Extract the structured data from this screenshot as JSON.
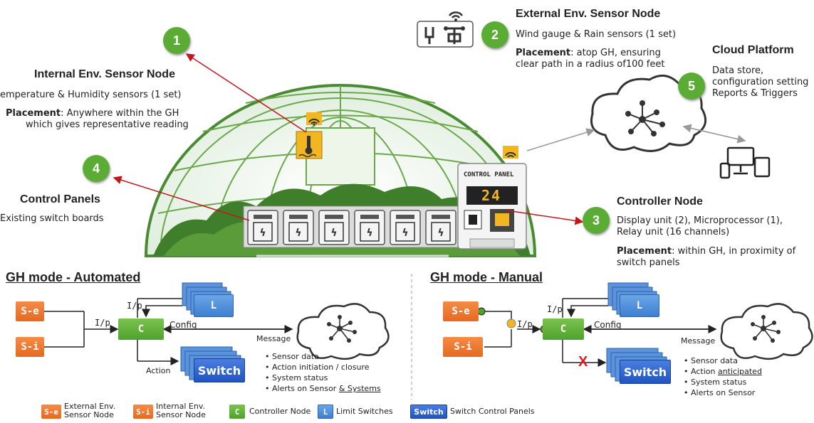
{
  "nodes": {
    "external": {
      "number": "2",
      "title": "External Env. Sensor Node",
      "line1": "Wind gauge & Rain sensors (1 set)",
      "placement_label": "Placement",
      "placement_text": ": atop GH, ensuring",
      "placement_text2": "clear path in a radius of100 feet"
    },
    "internal": {
      "number": "1",
      "title": "Internal Env. Sensor Node",
      "line1": "emperature & Humidity sensors (1 set)",
      "placement_label": "Placement",
      "placement_text": ":  Anywhere within the GH",
      "placement_text2": "which gives representative reading"
    },
    "cloud": {
      "number": "5",
      "title": "Cloud Platform",
      "line1": "Data store,",
      "line2": "configuration setting",
      "line3": "Reports & Triggers"
    },
    "control_panels": {
      "number": "4",
      "title": "Control Panels",
      "line1": "Existing switch boards"
    },
    "controller": {
      "number": "3",
      "title": "Controller Node",
      "line1": "Display unit (2), Microprocessor (1),",
      "line2": "Relay unit (16 channels)",
      "placement_label": "Placement",
      "placement_text": ": within GH, in proximity of",
      "placement_text2": "switch panels"
    }
  },
  "control_panel_device": {
    "title": "CONTROL PANEL",
    "display": "24"
  },
  "modes": {
    "automated": {
      "title": "GH mode - Automated",
      "se": "S-e",
      "si": "S-i",
      "c": "C",
      "l": "L",
      "switch": "Switch",
      "ip1": "I/p",
      "ip2": "I/p",
      "config": "Config",
      "message": "Message",
      "action": "Action",
      "bullets": [
        "Sensor data",
        "Action initiation / closure",
        "System status",
        "Alerts on Sensor "
      ],
      "bullet4_underlined": "& Systems"
    },
    "manual": {
      "title": "GH mode - Manual",
      "se": "S-e",
      "si": "S-i",
      "c": "C",
      "l": "L",
      "switch": "Switch",
      "ip1": "I/p",
      "ip2": "I/p",
      "config": "Config",
      "message": "Message",
      "x_mark": "X",
      "bullet1": "Sensor data",
      "bullet2_prefix": "Action ",
      "bullet2_underlined": "anticipated",
      "bullet3": "System status",
      "bullet4": "Alerts on Sensor"
    }
  },
  "legend": [
    {
      "tag": "S-e",
      "text1": "External Env.",
      "text2": "Sensor Node"
    },
    {
      "tag": "S-i",
      "text1": "Internal Env.",
      "text2": "Sensor Node"
    },
    {
      "tag": "C",
      "text1": "Controller Node"
    },
    {
      "tag": "L",
      "text1": "Limit Switches"
    },
    {
      "tag": "Switch",
      "text1": "Switch Control Panels"
    }
  ],
  "colors": {
    "orange": "#e8742b",
    "green": "#5aac35",
    "blue": "#3f7fd0",
    "red_arrow": "#c0181e",
    "greenhouse": "#5a9b3a"
  }
}
